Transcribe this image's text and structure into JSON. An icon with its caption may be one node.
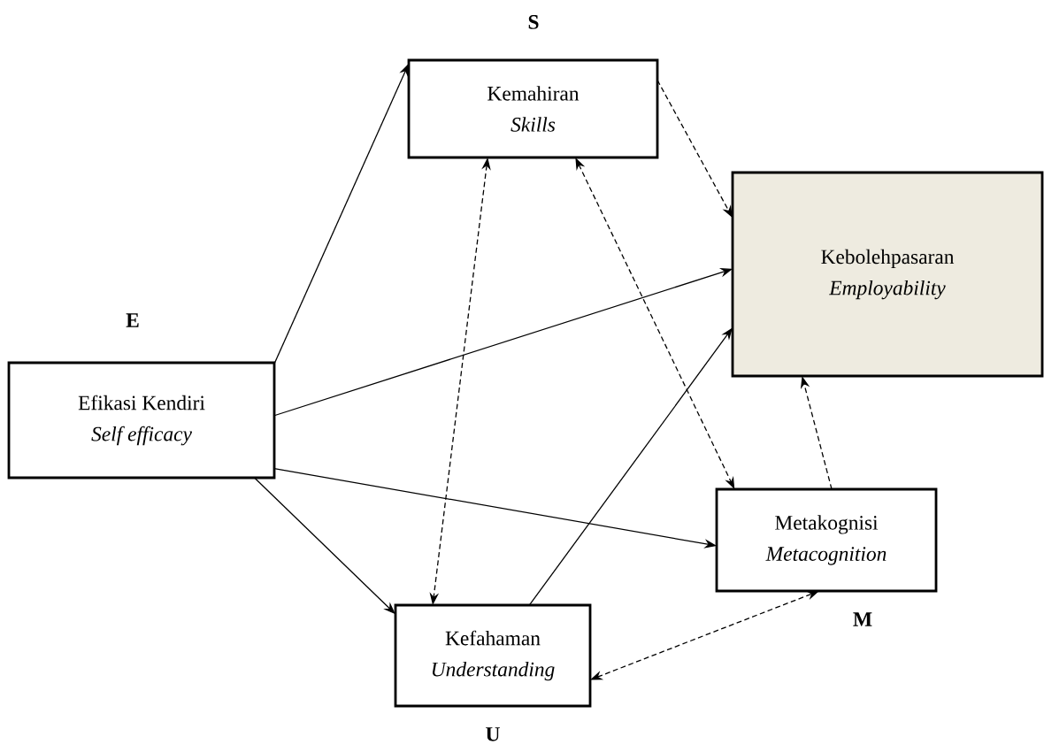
{
  "diagram": {
    "nodes": [
      {
        "text": [
          "Efikasi Kendiri",
          "Self efficacy"
        ],
        "beside": [
          "E"
        ]
      },
      {
        "text": [
          "Kemahiran",
          "Skills"
        ],
        "beside": [
          "S"
        ]
      },
      {
        "text": [
          "Kebolehpasaran",
          "Employability"
        ]
      },
      {
        "text": [
          "Metakognisi",
          "Metacognition"
        ],
        "beside": [
          "M"
        ]
      },
      {
        "text": [
          "Kefahaman",
          "Understanding"
        ],
        "beside": [
          "U"
        ]
      }
    ],
    "edges": [
      {
        "from": 0,
        "to": 1,
        "arrow": "to"
      },
      {
        "from": 0,
        "to": 2,
        "arrow": "to"
      },
      {
        "from": 0,
        "to": 3,
        "arrow": "to"
      },
      {
        "from": 0,
        "to": 4,
        "arrow": "to"
      },
      {
        "from": 1,
        "to": 2,
        "arrow": "to",
        "style": "dashed"
      },
      {
        "from": 1,
        "to": 4,
        "arrow": "both",
        "style": "dashed"
      },
      {
        "from": 1,
        "to": 3,
        "arrow": "both",
        "style": "dashed"
      },
      {
        "from": 4,
        "to": 2,
        "arrow": "to"
      },
      {
        "from": 3,
        "to": 2,
        "arrow": "to",
        "style": "dashed"
      },
      {
        "from": 4,
        "to": 3,
        "arrow": "both",
        "style": "dashed"
      }
    ]
  }
}
